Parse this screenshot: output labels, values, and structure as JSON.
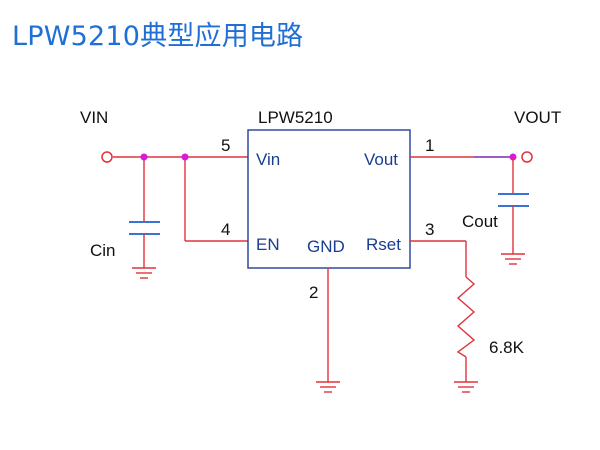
{
  "title": "LPW5210典型应用电路",
  "labels": {
    "vin": "VIN",
    "vout": "VOUT",
    "chip": "LPW5210",
    "cin": "Cin",
    "cout": "Cout",
    "resistor": "6.8K"
  },
  "pins": {
    "vin": {
      "name": "Vin",
      "number": "5"
    },
    "en": {
      "name": "EN",
      "number": "4"
    },
    "gnd": {
      "name": "GND",
      "number": "2"
    },
    "vout": {
      "name": "Vout",
      "number": "1"
    },
    "rset": {
      "name": "Rset",
      "number": "3"
    }
  },
  "colors": {
    "wire": "#e0333a",
    "junction": "#d91bd9",
    "ground": "#e0333a",
    "chip": "#223e9a",
    "title": "#1f6fd6"
  }
}
